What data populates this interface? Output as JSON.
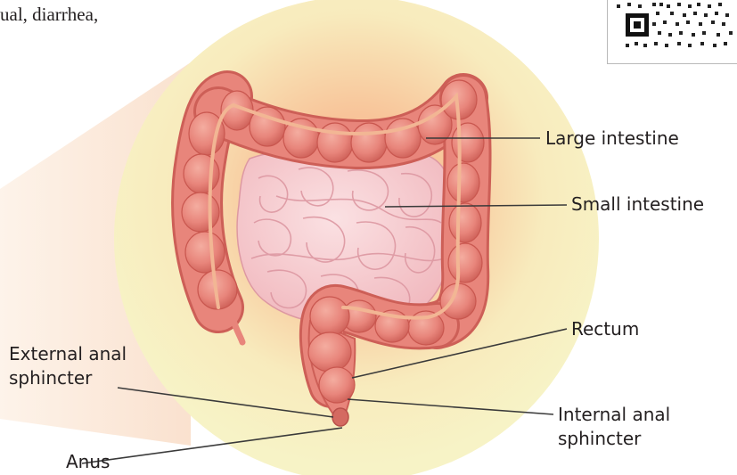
{
  "page": {
    "body_text": "ual, diarrhea,"
  },
  "labels": {
    "large_intestine": "Large intestine",
    "small_intestine": "Small intestine",
    "rectum": "Rectum",
    "external_anal_sphincter": [
      "External anal",
      "sphincter"
    ],
    "internal_anal_sphincter": [
      "Internal anal",
      "sphincter"
    ],
    "anus": "Anus"
  },
  "colors": {
    "halo_outer": "#f7f3c4",
    "halo_inner": "#f6b98c",
    "colon": "#e8857b",
    "colon_dark": "#c9574f",
    "colon_highlight": "#f3b0a2",
    "taenia": "#f2b694",
    "small_intestine": "#f4c4c8",
    "small_intestine_line": "#dd98a2",
    "leader_line": "#3a3a3a",
    "magnifier_wedge": "#fbe5d4",
    "text": "#231f20"
  },
  "icons": {
    "qr_code": "qr-code-icon"
  }
}
